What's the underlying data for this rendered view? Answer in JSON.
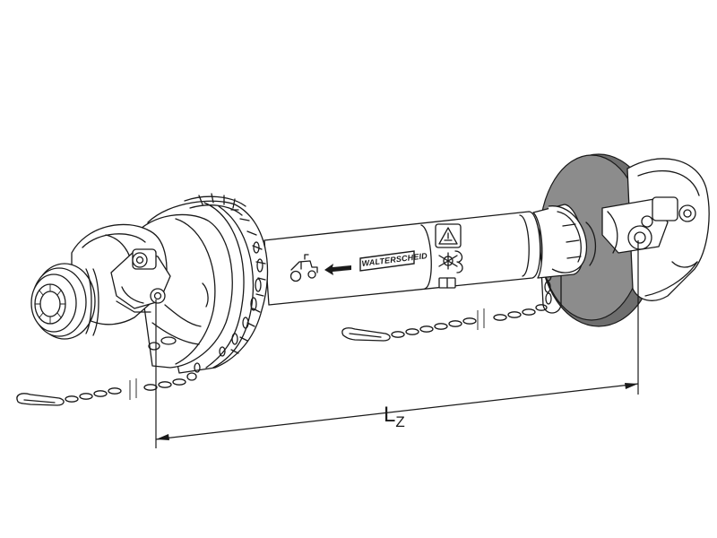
{
  "colors": {
    "line": "#1a1a1a",
    "background": "#ffffff",
    "clutch_fill": "#8c8c8c",
    "clutch_shadow": "#6e6e6e"
  },
  "shaft": {
    "brand_label": "WALTERSCHEID"
  },
  "dimension": {
    "symbol": "L",
    "subscript": "Z"
  },
  "icons": [
    "tractor-direction-icon",
    "direction-arrow-icon",
    "warning-triangle-icon",
    "lubrication-symbol-icon",
    "manual-book-icon"
  ]
}
